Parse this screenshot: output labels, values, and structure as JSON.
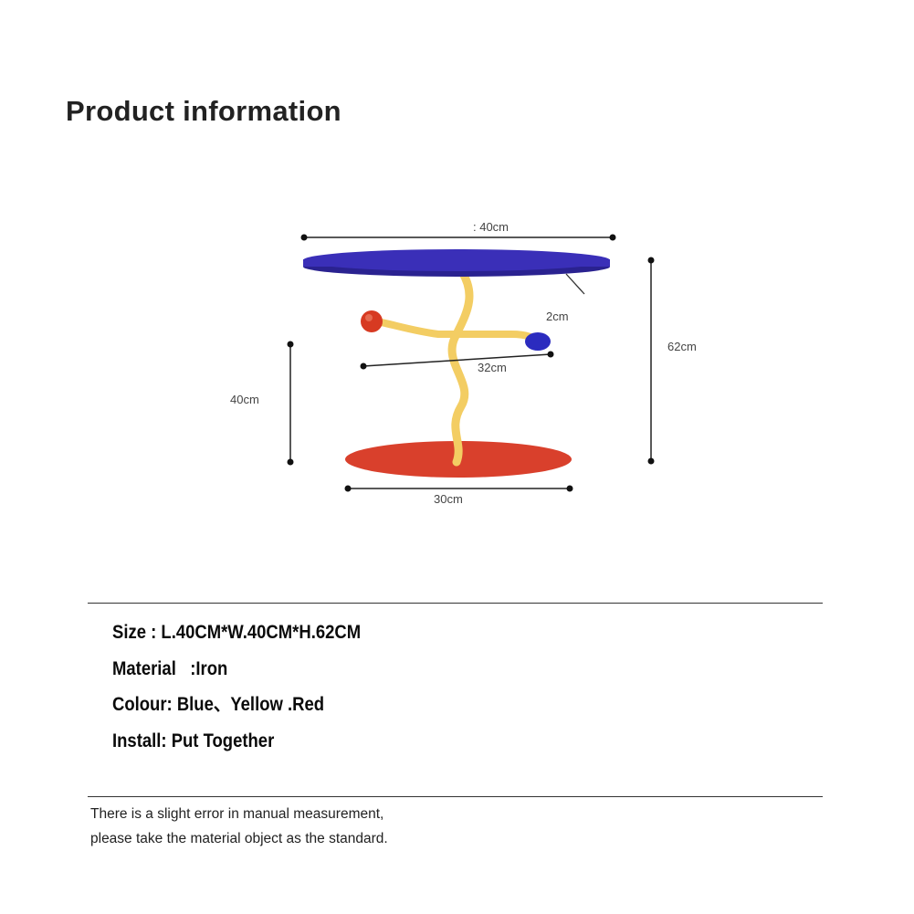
{
  "header": {
    "title": "Product information"
  },
  "diagram": {
    "dimensions": {
      "top_width": ": 40cm",
      "rod_diameter": "2cm",
      "arm_span": "32cm",
      "total_height": "62cm",
      "arm_height": "40cm",
      "base_diameter": "30cm"
    },
    "colors": {
      "tabletop": "#3a2fb8",
      "stem": "#f3cd63",
      "base": "#d9402c",
      "ball_red": "#d73a22",
      "ball_blue": "#2b2bbf"
    }
  },
  "specs": {
    "size": "Size : L.40CM*W.40CM*H.62CM",
    "material": "Material   :Iron",
    "colour": "Colour: Blue、Yellow .Red",
    "install": "Install: Put Together"
  },
  "note": {
    "line1": "There is a slight error in manual measurement,",
    "line2": "please take the material object as the standard."
  }
}
